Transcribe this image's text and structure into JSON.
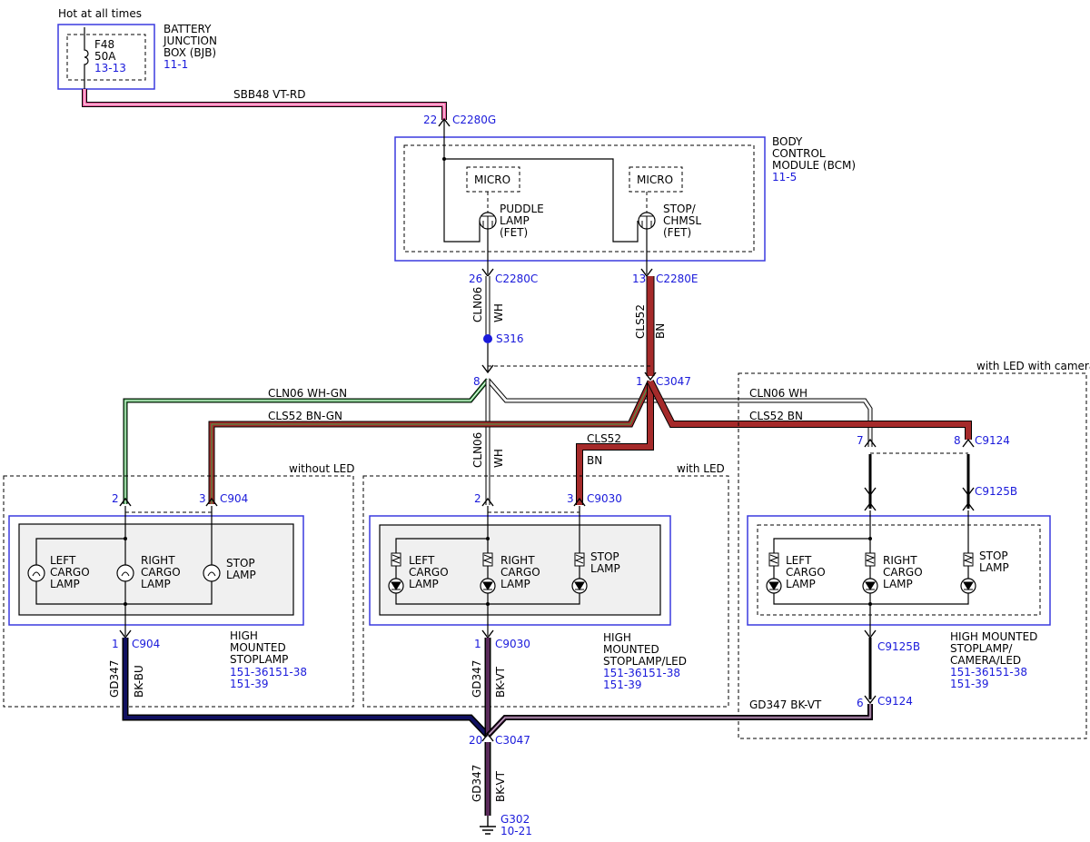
{
  "labels": {
    "hot": "Hot at all times",
    "bjb_name_1": "BATTERY",
    "bjb_name_2": "JUNCTION",
    "bjb_name_3": "BOX (BJB)",
    "bjb_ref": "11-1",
    "fuse_name": "F48",
    "fuse_rating": "50A",
    "fuse_ref": "13-13",
    "sbb48": "SBB48  VT-RD",
    "pin22": "22",
    "c2280g": "C2280G",
    "bcm_name_1": "BODY",
    "bcm_name_2": "CONTROL",
    "bcm_name_3": "MODULE (BCM)",
    "bcm_ref": "11-5",
    "micro1": "MICRO",
    "micro2": "MICRO",
    "puddle_1": "PUDDLE",
    "puddle_2": "LAMP",
    "puddle_3": "(FET)",
    "stop_1": "STOP/",
    "stop_2": "CHMSL",
    "stop_3": "(FET)",
    "pin26": "26",
    "c2280c": "C2280C",
    "pin13": "13",
    "c2280e": "C2280E",
    "cln06_v": "CLN06",
    "wh_v": "WH",
    "cls52_v": "CLS52",
    "bn_v": "BN",
    "s316": "S316",
    "pin8": "8",
    "pin1_c3047": "1",
    "c3047_top": "C3047",
    "cln06_whgn": "CLN06   WH-GN",
    "cls52_bngn": "CLS52   BN-GN",
    "cln06_wh_right": "CLN06   WH",
    "cls52_bn_right": "CLS52   BN",
    "cls52_mid": "CLS52",
    "bn_mid": "BN",
    "cln06_mid_v": "CLN06",
    "wh_mid_v": "WH",
    "with_led_camera": "with LED with camera",
    "without_led": "without LED",
    "with_led": "with LED",
    "pin2_a": "2",
    "pin3_a": "3",
    "c904_top": "C904",
    "pin2_b": "2",
    "pin3_b": "3",
    "c9030_top": "C9030",
    "pin7": "7",
    "pin8_c9124": "8",
    "c9124_top": "C9124",
    "c9125b_top": "C9125B",
    "left_1": "LEFT",
    "left_2": "CARGO",
    "left_3": "LAMP",
    "right_1": "RIGHT",
    "right_2": "CARGO",
    "right_3": "LAMP",
    "stoplamp_1": "STOP",
    "stoplamp_2": "LAMP",
    "pin1_c904": "1",
    "c904_bot": "C904",
    "pin1_c9030": "1",
    "c9030_bot": "C9030",
    "c9125b_bot": "C9125B",
    "pin6": "6",
    "c9124_bot": "C9124",
    "hms_a_1": "HIGH",
    "hms_a_2": "MOUNTED",
    "hms_a_3": "STOPLAMP",
    "hms_a_ref1": "151-36151-38",
    "hms_a_ref2": "151-39",
    "hms_b_1": "HIGH",
    "hms_b_2": "MOUNTED",
    "hms_b_3": "STOPLAMP/LED",
    "hms_b_ref1": "151-36151-38",
    "hms_b_ref2": "151-39",
    "hms_c_1": "HIGH MOUNTED",
    "hms_c_2": "STOPLAMP/",
    "hms_c_3": "CAMERA/LED",
    "hms_c_ref1": "151-36151-38",
    "hms_c_ref2": "151-39",
    "gd347_a": "GD347",
    "bkbu": "BK-BU",
    "gd347_b": "GD347",
    "bkvt_b": "BK-VT",
    "gd347_c": "GD347   BK-VT",
    "pin20": "20",
    "c3047_bot": "C3047",
    "gd347_d": "GD347",
    "bkvt_d": "BK-VT",
    "g302": "G302",
    "g302_ref": "10-21"
  },
  "colors": {
    "vt_rd": "#e8559a",
    "bn": "#a52a2a",
    "green": "#3aa84a",
    "bk_bu": "#101060",
    "bk_vt": "#5a2a5a",
    "blue_text": "#1a1adb"
  }
}
